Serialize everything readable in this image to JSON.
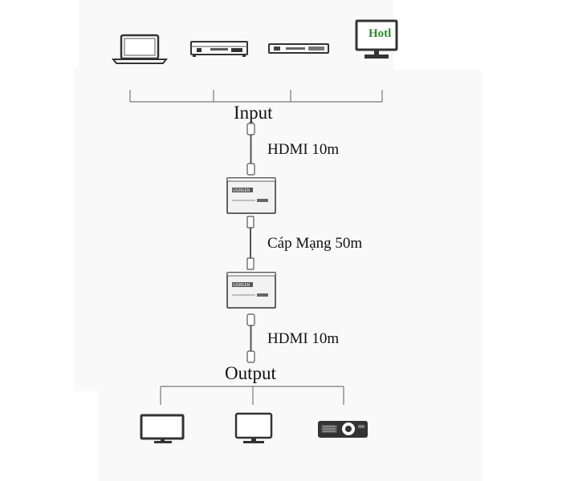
{
  "diagram": {
    "input_label": "Input",
    "output_label": "Output",
    "cable_top_label": "HDMI 10m",
    "cable_middle_label": "Cáp Mạng 50m",
    "cable_bottom_label": "HDMI 10m",
    "watermark_text": "Hotl",
    "device_brand": "UGREEN",
    "input_devices": [
      "laptop-icon",
      "dvd-player-icon",
      "set-top-box-icon",
      "monitor-icon"
    ],
    "output_devices": [
      "tv-icon",
      "monitor-icon",
      "projector-icon"
    ],
    "colors": {
      "line": "#7a7a7a",
      "device_body": "#f2f2f2",
      "device_outline": "#333333",
      "watermark": "#2e8b2e"
    }
  }
}
